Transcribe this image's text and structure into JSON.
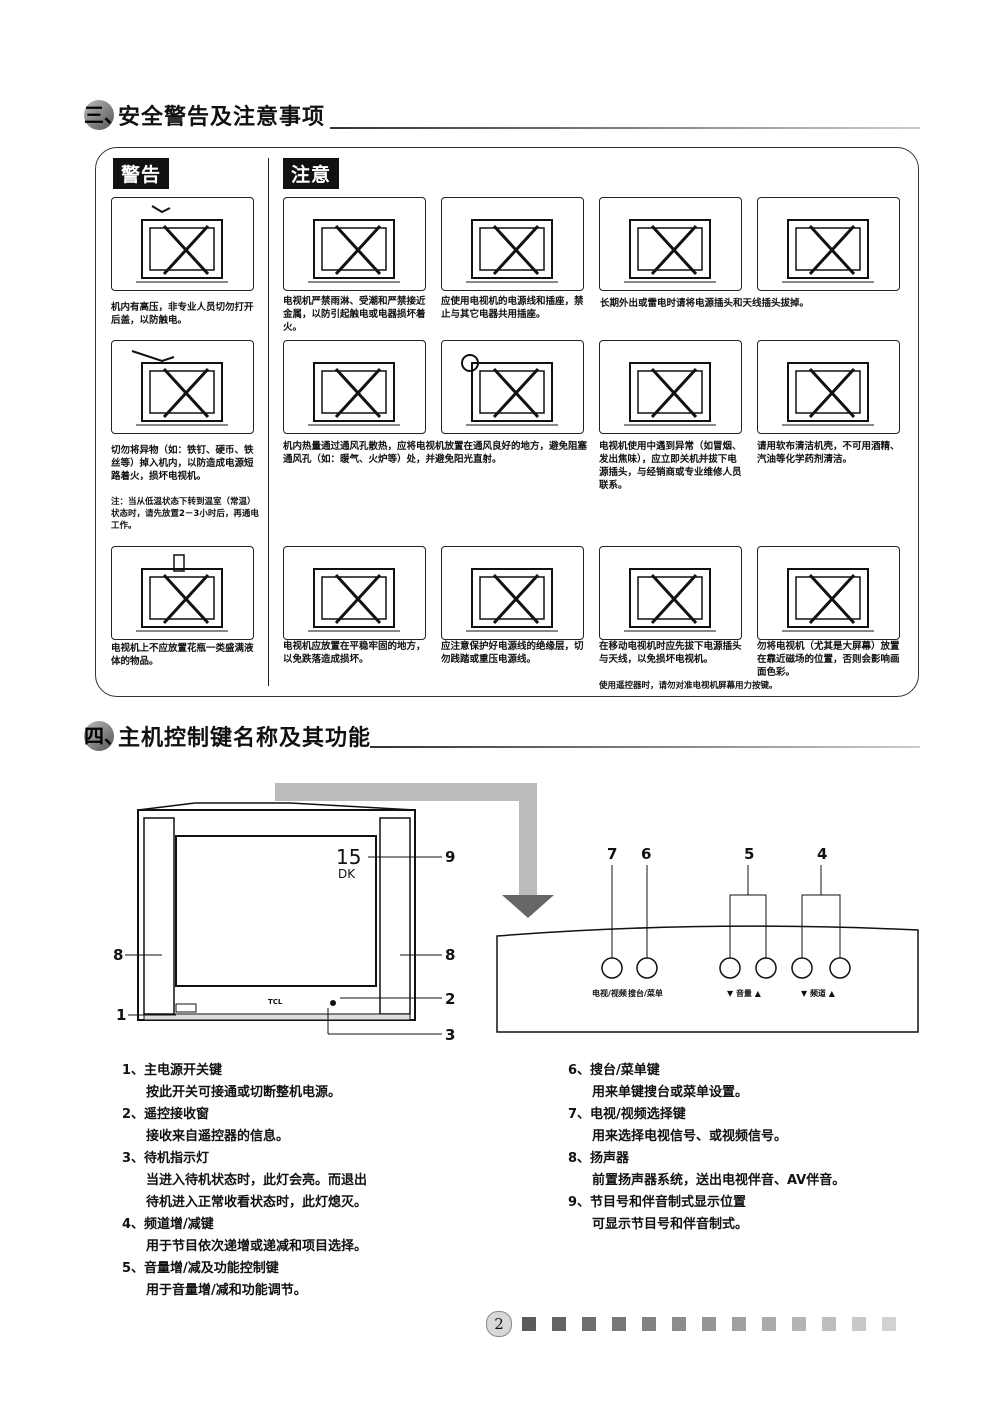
{
  "section3": {
    "number": "三、",
    "title": "安全警告及注意事项"
  },
  "warning_tag": "警告",
  "caution_tag": "注意",
  "warnings": [
    "机内有高压，非专业人员切勿打开后盖，以防触电。",
    "切勿将异物（如：铁钉、硬币、铁丝等）掉入机内，以防造成电源短路着火，损坏电视机。",
    "注：当从低温状态下转到温室（常温）状态时，请先放置2－3小时后，再通电工作。",
    "电视机上不应放置花瓶一类盛满液体的物品。"
  ],
  "cautions": [
    "电视机严禁雨淋、受潮和严禁接近金属，以防引起触电或电器损坏着火。",
    "应使用电视机的电源线和插座，禁止与其它电器共用插座。",
    "长期外出或雷电时请将电源插头和天线插头拔掉。",
    "机内热量通过通风孔散热，应将电视机放置在通风良好的地方，避免阻塞通风孔（如：暖气、火炉等）处，并避免阳光直射。",
    "电视机使用中遇到异常（如冒烟、发出焦味），应立即关机并拔下电源插头，与经销商或专业维修人员联系。",
    "请用软布清洁机壳，不可用酒精、汽油等化学药剂清洁。",
    "电视机应放置在平稳牢固的地方，以免跌落造成损坏。",
    "应注意保护好电源线的绝缘层，切勿践踏或重压电源线。",
    "在移动电视机时应先拔下电源插头与天线，以免损坏电视机。",
    "勿将电视机（尤其是大屏幕）放置在靠近磁场的位置，否则会影响画面色彩。",
    "使用遥控器时，请勿对准电视机屏幕用力按键。"
  ],
  "section4": {
    "number": "四、",
    "title": "主机控制键名称及其功能"
  },
  "tv": {
    "channel": "15",
    "system": "DK",
    "brand": "TCL"
  },
  "callouts": {
    "n1": "1",
    "n2": "2",
    "n3": "3",
    "n4": "4",
    "n5": "5",
    "n6": "6",
    "n7": "7",
    "n8a": "8",
    "n8b": "8",
    "n9": "9"
  },
  "panel_labels": {
    "l1": "电视/视频",
    "l2": "搜台/菜单",
    "l3": "▼ 音量 ▲",
    "l4": "▼ 频道 ▲"
  },
  "items": [
    {
      "h": "1、主电源开关键",
      "t": "按此开关可接通或切断整机电源。"
    },
    {
      "h": "2、遥控接收窗",
      "t": "接收来自遥控器的信息。"
    },
    {
      "h": "3、待机指示灯",
      "t": "当进入待机状态时，此灯会亮。而退出",
      "t2": "待机进入正常收看状态时，此灯熄灭。"
    },
    {
      "h": "4、频道增/减键",
      "t": "用于节目依次递增或递减和项目选择。"
    },
    {
      "h": "5、音量增/减及功能控制键",
      "t": "用于音量增/减和功能调节。"
    },
    {
      "h": "6、搜台/菜单键",
      "t": "用来单键搜台或菜单设置。"
    },
    {
      "h": "7、电视/视频选择键",
      "t": "用来选择电视信号、或视频信号。"
    },
    {
      "h": "8、扬声器",
      "t": "前置扬声器系统，送出电视伴音、AV伴音。"
    },
    {
      "h": "9、节目号和伴音制式显示位置",
      "t": "可显示节目号和伴音制式。"
    }
  ],
  "page_number": "2"
}
